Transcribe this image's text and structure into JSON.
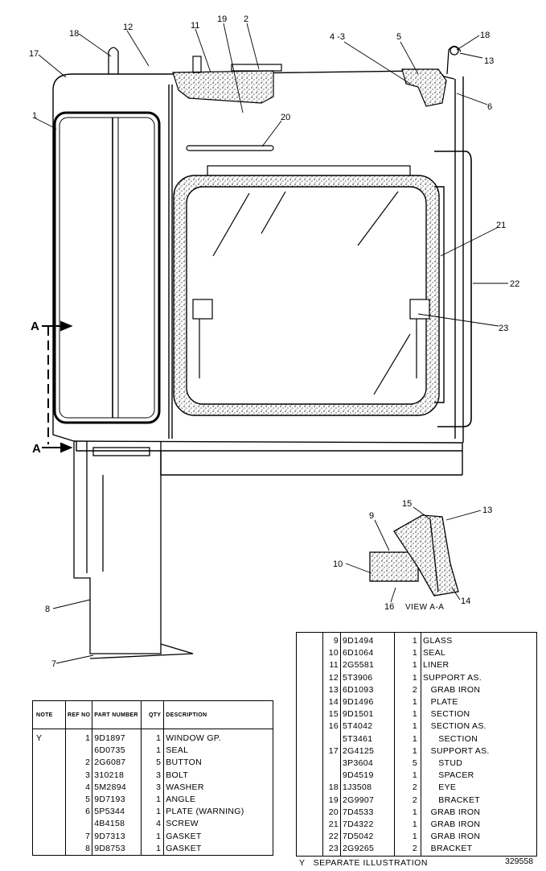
{
  "callouts": {
    "c1": "1",
    "c2": "2",
    "c4_3": "4 -3",
    "c5": "5",
    "c6": "6",
    "c7": "7",
    "c8": "8",
    "c9": "9",
    "c10": "10",
    "c11": "11",
    "c12": "12",
    "c13a": "13",
    "c13b": "13",
    "c14": "14",
    "c15": "15",
    "c16": "16",
    "c17": "17",
    "c18a": "18",
    "c18b": "18",
    "c19": "19",
    "c20": "20",
    "c21": "21",
    "c22": "22",
    "c23": "23"
  },
  "section_marks": {
    "top": "A",
    "bottom": "A"
  },
  "view_label": "VIEW A-A",
  "left_table": {
    "headers": {
      "note": "NOTE",
      "ref": "REF NO",
      "part": "PART NUMBER",
      "qty": "QTY",
      "desc": "DESCRIPTION"
    },
    "rows": [
      {
        "note": "Y",
        "ref": "1",
        "part": "9D1897",
        "qty": "1",
        "desc": "WINDOW GP."
      },
      {
        "note": "",
        "ref": "",
        "part": "6D0735",
        "qty": "1",
        "desc": "SEAL"
      },
      {
        "note": "",
        "ref": "2",
        "part": "2G6087",
        "qty": "5",
        "desc": "BUTTON"
      },
      {
        "note": "",
        "ref": "3",
        "part": "310218",
        "qty": "3",
        "desc": "BOLT"
      },
      {
        "note": "",
        "ref": "4",
        "part": "5M2894",
        "qty": "3",
        "desc": "WASHER"
      },
      {
        "note": "",
        "ref": "5",
        "part": "9D7193",
        "qty": "1",
        "desc": "ANGLE"
      },
      {
        "note": "",
        "ref": "6",
        "part": "5P5344",
        "qty": "1",
        "desc": "PLATE (WARNING)"
      },
      {
        "note": "",
        "ref": "",
        "part": "4B4158",
        "qty": "4",
        "desc": "SCREW"
      },
      {
        "note": "",
        "ref": "7",
        "part": "9D7313",
        "qty": "1",
        "desc": "GASKET"
      },
      {
        "note": "",
        "ref": "8",
        "part": "9D8753",
        "qty": "1",
        "desc": "GASKET"
      }
    ]
  },
  "right_table": {
    "rows": [
      {
        "ref": "9",
        "part": "9D1494",
        "qty": "1",
        "desc": "GLASS"
      },
      {
        "ref": "10",
        "part": "6D1064",
        "qty": "1",
        "desc": "SEAL"
      },
      {
        "ref": "11",
        "part": "2G5581",
        "qty": "1",
        "desc": "LINER"
      },
      {
        "ref": "12",
        "part": "5T3906",
        "qty": "1",
        "desc": "SUPPORT AS."
      },
      {
        "ref": "13",
        "part": "6D1093",
        "qty": "2",
        "desc": "   GRAB IRON"
      },
      {
        "ref": "14",
        "part": "9D1496",
        "qty": "1",
        "desc": "   PLATE"
      },
      {
        "ref": "15",
        "part": "9D1501",
        "qty": "1",
        "desc": "   SECTION"
      },
      {
        "ref": "16",
        "part": "5T4042",
        "qty": "1",
        "desc": "   SECTION AS."
      },
      {
        "ref": "",
        "part": "5T3461",
        "qty": "1",
        "desc": "      SECTION"
      },
      {
        "ref": "17",
        "part": "2G4125",
        "qty": "1",
        "desc": "   SUPPORT AS."
      },
      {
        "ref": "",
        "part": "3P3604",
        "qty": "5",
        "desc": "      STUD"
      },
      {
        "ref": "",
        "part": "9D4519",
        "qty": "1",
        "desc": "      SPACER"
      },
      {
        "ref": "18",
        "part": "1J3508",
        "qty": "2",
        "desc": "      EYE"
      },
      {
        "ref": "19",
        "part": "2G9907",
        "qty": "2",
        "desc": "      BRACKET"
      },
      {
        "ref": "20",
        "part": "7D4533",
        "qty": "1",
        "desc": "   GRAB IRON"
      },
      {
        "ref": "21",
        "part": "7D4322",
        "qty": "1",
        "desc": "   GRAB IRON"
      },
      {
        "ref": "22",
        "part": "7D5042",
        "qty": "1",
        "desc": "   GRAB IRON"
      },
      {
        "ref": "23",
        "part": "2G9265",
        "qty": "2",
        "desc": "   BRACKET"
      }
    ]
  },
  "footnote": "Y   SEPARATE ILLUSTRATION",
  "drawing_number": "329558"
}
